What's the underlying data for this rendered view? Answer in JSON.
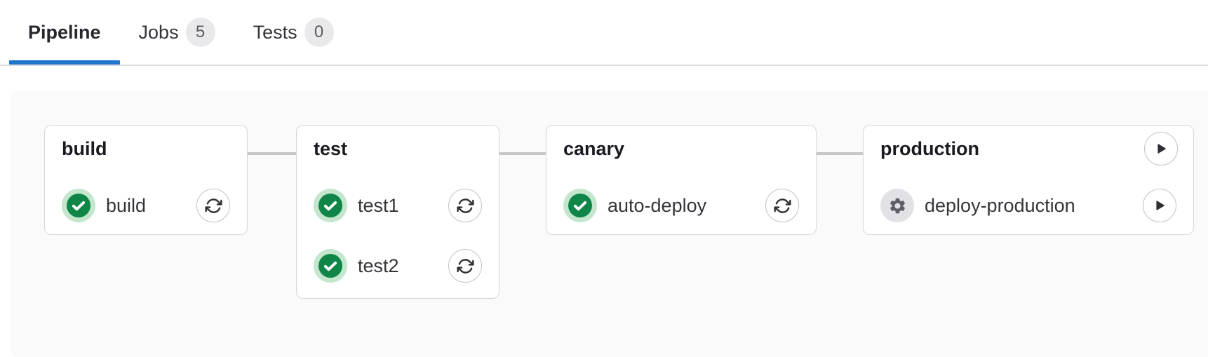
{
  "tabs": {
    "items": [
      {
        "label": "Pipeline",
        "active": true,
        "badge": null
      },
      {
        "label": "Jobs",
        "active": false,
        "badge": "5"
      },
      {
        "label": "Tests",
        "active": false,
        "badge": "0"
      }
    ]
  },
  "colors": {
    "accent_blue": "#1f75cb",
    "success_green": "#108548",
    "success_halo": "#c3e6cd",
    "manual_halo": "#e2e2e6",
    "card_border": "#d7d7db",
    "connector_gray": "#c6c6ca",
    "container_bg": "#fafafb"
  },
  "pipeline": {
    "stages": [
      {
        "name": "build",
        "jobs": [
          {
            "name": "build",
            "status": "success",
            "status_icon": "check-circle-icon",
            "action": "retry",
            "action_icon": "retry-icon"
          }
        ]
      },
      {
        "name": "test",
        "jobs": [
          {
            "name": "test1",
            "status": "success",
            "status_icon": "check-circle-icon",
            "action": "retry",
            "action_icon": "retry-icon"
          },
          {
            "name": "test2",
            "status": "success",
            "status_icon": "check-circle-icon",
            "action": "retry",
            "action_icon": "retry-icon"
          }
        ]
      },
      {
        "name": "canary",
        "jobs": [
          {
            "name": "auto-deploy",
            "status": "success",
            "status_icon": "check-circle-icon",
            "action": "retry",
            "action_icon": "retry-icon"
          }
        ]
      },
      {
        "name": "production",
        "stage_action": "play",
        "stage_action_icon": "play-icon",
        "jobs": [
          {
            "name": "deploy-production",
            "status": "manual",
            "status_icon": "gear-icon",
            "action": "play",
            "action_icon": "play-icon"
          }
        ]
      }
    ]
  }
}
